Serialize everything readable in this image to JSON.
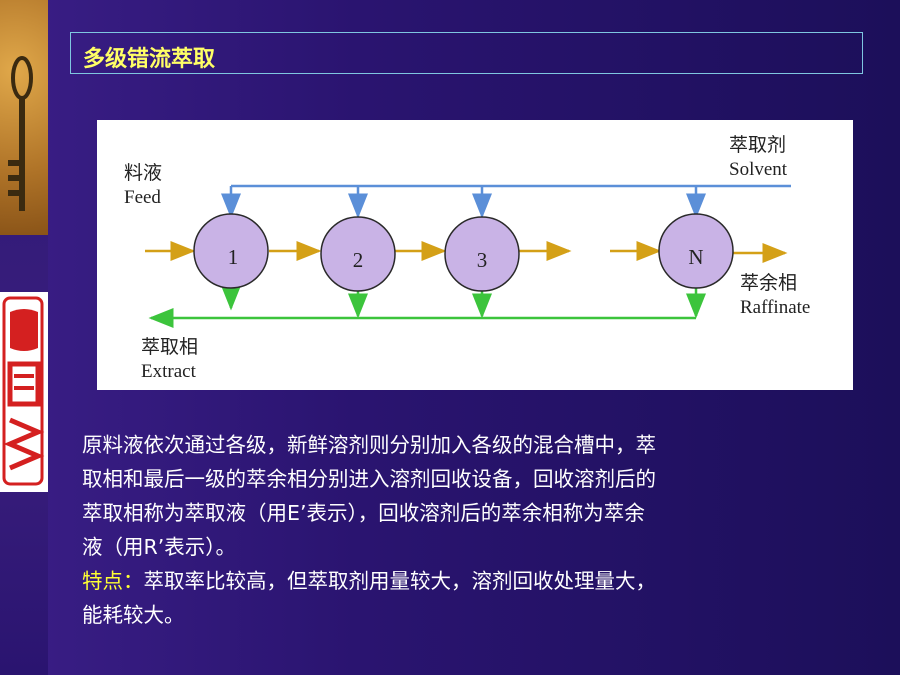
{
  "slide": {
    "title": "多级错流萃取"
  },
  "diagram": {
    "labels": {
      "feed_cn": "料液",
      "feed_en": "Feed",
      "solvent_cn": "萃取剂",
      "solvent_en": "Solvent",
      "raffinate_cn": "萃余相",
      "raffinate_en": "Raffinate",
      "extract_cn": "萃取相",
      "extract_en": "Extract"
    },
    "stages": [
      "1",
      "2",
      "3",
      "N"
    ],
    "colors": {
      "stage_fill": "#c9b3e6",
      "feed_line": "#d4a017",
      "solvent_line": "#5b8fd8",
      "extract_line": "#3cc43c"
    }
  },
  "body": {
    "line1": "原料液依次通过各级，新鲜溶剂则分别加入各级的混合槽中，萃",
    "line2": "取相和最后一级的萃余相分别进入溶剂回收设备，回收溶剂后的",
    "line3": "萃取相称为萃取液（用E’表示），回收溶剂后的萃余相称为萃余",
    "line4": "液（用R’表示）。",
    "feature_label": "特点：",
    "feature_text": "萃取率比较高，但萃取剂用量较大，溶剂回收处理量大，",
    "line6": "能耗较大。"
  }
}
